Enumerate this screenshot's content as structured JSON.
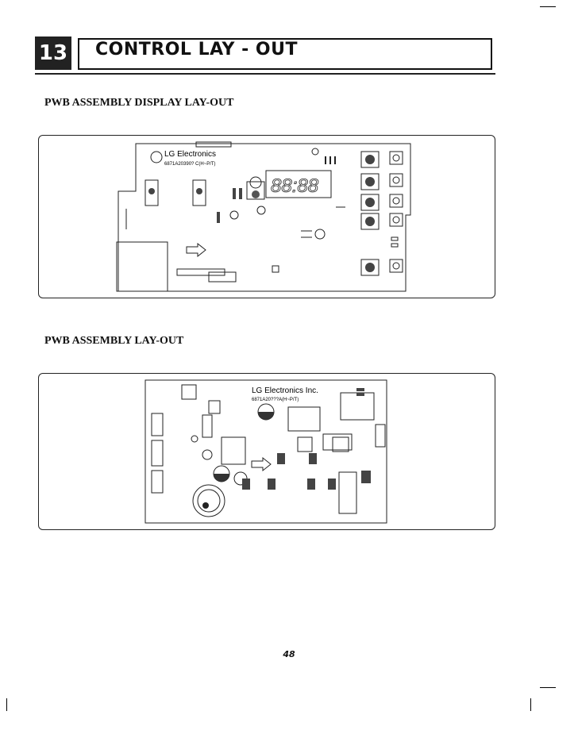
{
  "section": {
    "number": "13",
    "title": "CONTROL LAY - OUT"
  },
  "display_layout": {
    "heading": "PWB ASSEMBLY DISPLAY LAY-OUT",
    "board_brand": "LG Electronics",
    "board_part": "6871A20390? C(H~P/T)",
    "display_digits": "88:88"
  },
  "main_layout": {
    "heading": "PWB ASSEMBLY LAY-OUT",
    "board_brand": "LG Electronics Inc.",
    "board_part": "6871A20???A(H~P/T)"
  },
  "page_number": "48"
}
